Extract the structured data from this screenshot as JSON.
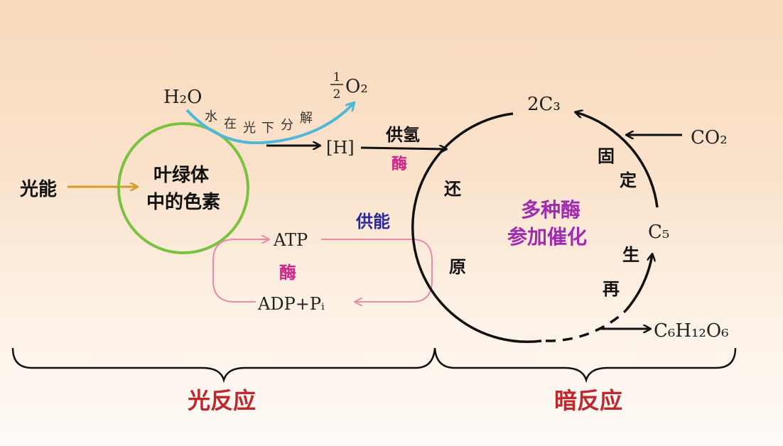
{
  "light_energy": "光能",
  "chloroplast": {
    "line1": "叶绿体",
    "line2": "中的色素"
  },
  "water": "H₂O",
  "oxygen": {
    "numerator": "1",
    "denominator": "2",
    "formula": "O₂"
  },
  "photolysis": [
    "水",
    "在",
    "光",
    "下",
    "分",
    "解"
  ],
  "hydrogen": "[H]",
  "supply_hydrogen": "供氢",
  "enzyme": "酶",
  "atp": "ATP",
  "adp": "ADP+Pᵢ",
  "supply_energy": "供能",
  "dark_cycle": {
    "c3": "2C₃",
    "co2": "CO₂",
    "c5": "C₅",
    "glucose": "C₆H₁₂O₆",
    "reduction": [
      "还",
      "原"
    ],
    "fixation": [
      "固",
      "定"
    ],
    "regeneration": [
      "生",
      "再"
    ],
    "enzymes": {
      "line1": "多种酶",
      "line2": "参加催化"
    }
  },
  "stages": {
    "light": "光反应",
    "dark": "暗反应"
  },
  "colors": {
    "chloroplast_ring": "#7cc242",
    "light_arrow": "#d89a2a",
    "water_arrow": "#4fb8d8",
    "cycle_pink": "#e98aa8",
    "enzyme_magenta": "#d0258a",
    "energy_blue": "#2a2a9a",
    "cycle_text": "#a02ab0",
    "stage_red": "#c0272d"
  }
}
